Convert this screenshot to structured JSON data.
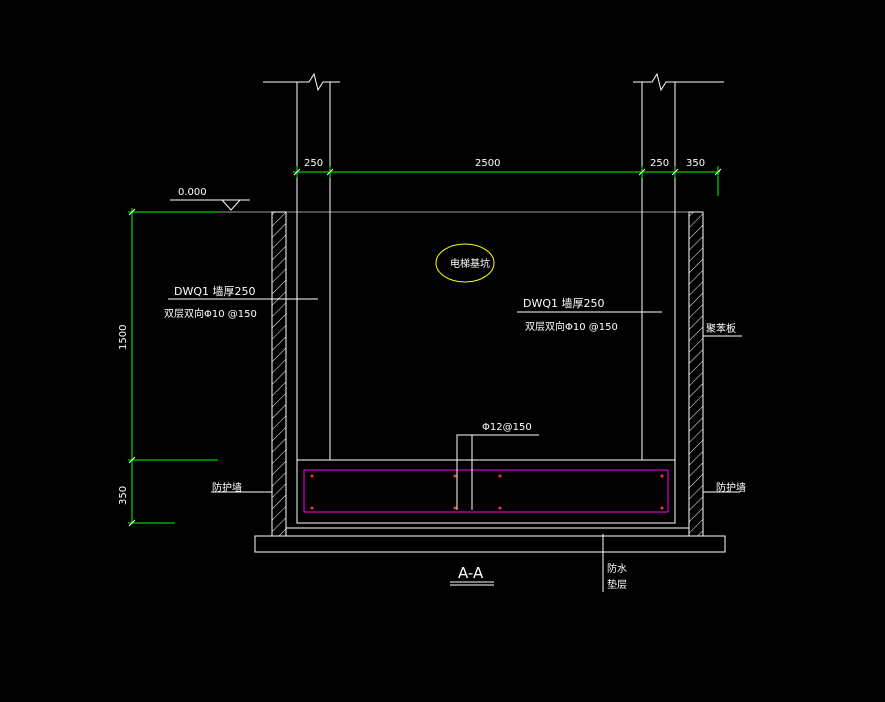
{
  "drawing": {
    "dims_top": {
      "d1": "250",
      "d2": "2500",
      "d3": "250",
      "d4": "350"
    },
    "dims_left": {
      "d1": "1500",
      "d2": "350"
    },
    "elevation": "0.000",
    "center_label": "电梯基坑",
    "wall_left": {
      "line1": "DWQ1  墙厚250",
      "line2": "双层双向Φ10 @150"
    },
    "wall_right": {
      "line1": "DWQ1  墙厚250",
      "line2": "双层双向Φ10 @150"
    },
    "slab_rebar": "Φ12@150",
    "side_label_right_top": "聚苯板",
    "protect_left": "防护墙",
    "protect_right": "防护墙",
    "waterproof_line1": "防水",
    "waterproof_line2": "垫层",
    "section_title": "A-A"
  },
  "colors": {
    "background": "#000000",
    "line": "#ffffff",
    "dimension": "#00ff00",
    "rebar": "#ff00ff",
    "highlight": "#ffff00"
  }
}
